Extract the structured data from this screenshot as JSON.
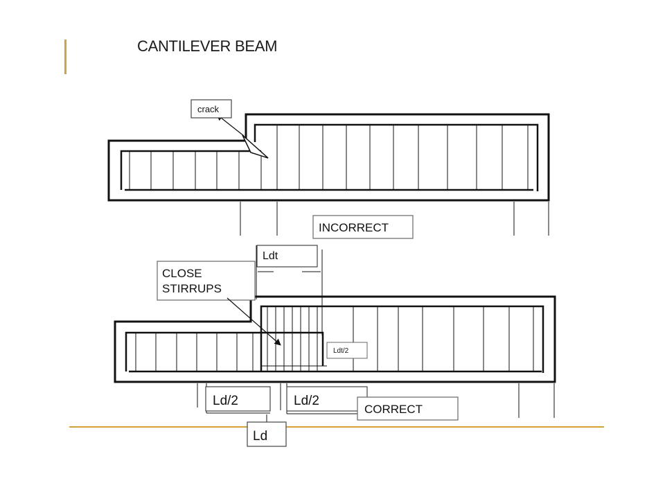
{
  "slide": {
    "title": "CANTILEVER BEAM",
    "accent_color": "#d4a437"
  },
  "diagram_top": {
    "crack_label": "crack",
    "status_label": "INCORRECT"
  },
  "diagram_bottom": {
    "ldt_label": "Ldt",
    "close_stirrups_line1": "CLOSE",
    "close_stirrups_line2": "STIRRUPS",
    "ldt_half_label": "Ldt/2",
    "ld_half_left_label": "Ld/2",
    "ld_half_right_label": "Ld/2",
    "status_label": "CORRECT",
    "ld_label": "Ld"
  }
}
